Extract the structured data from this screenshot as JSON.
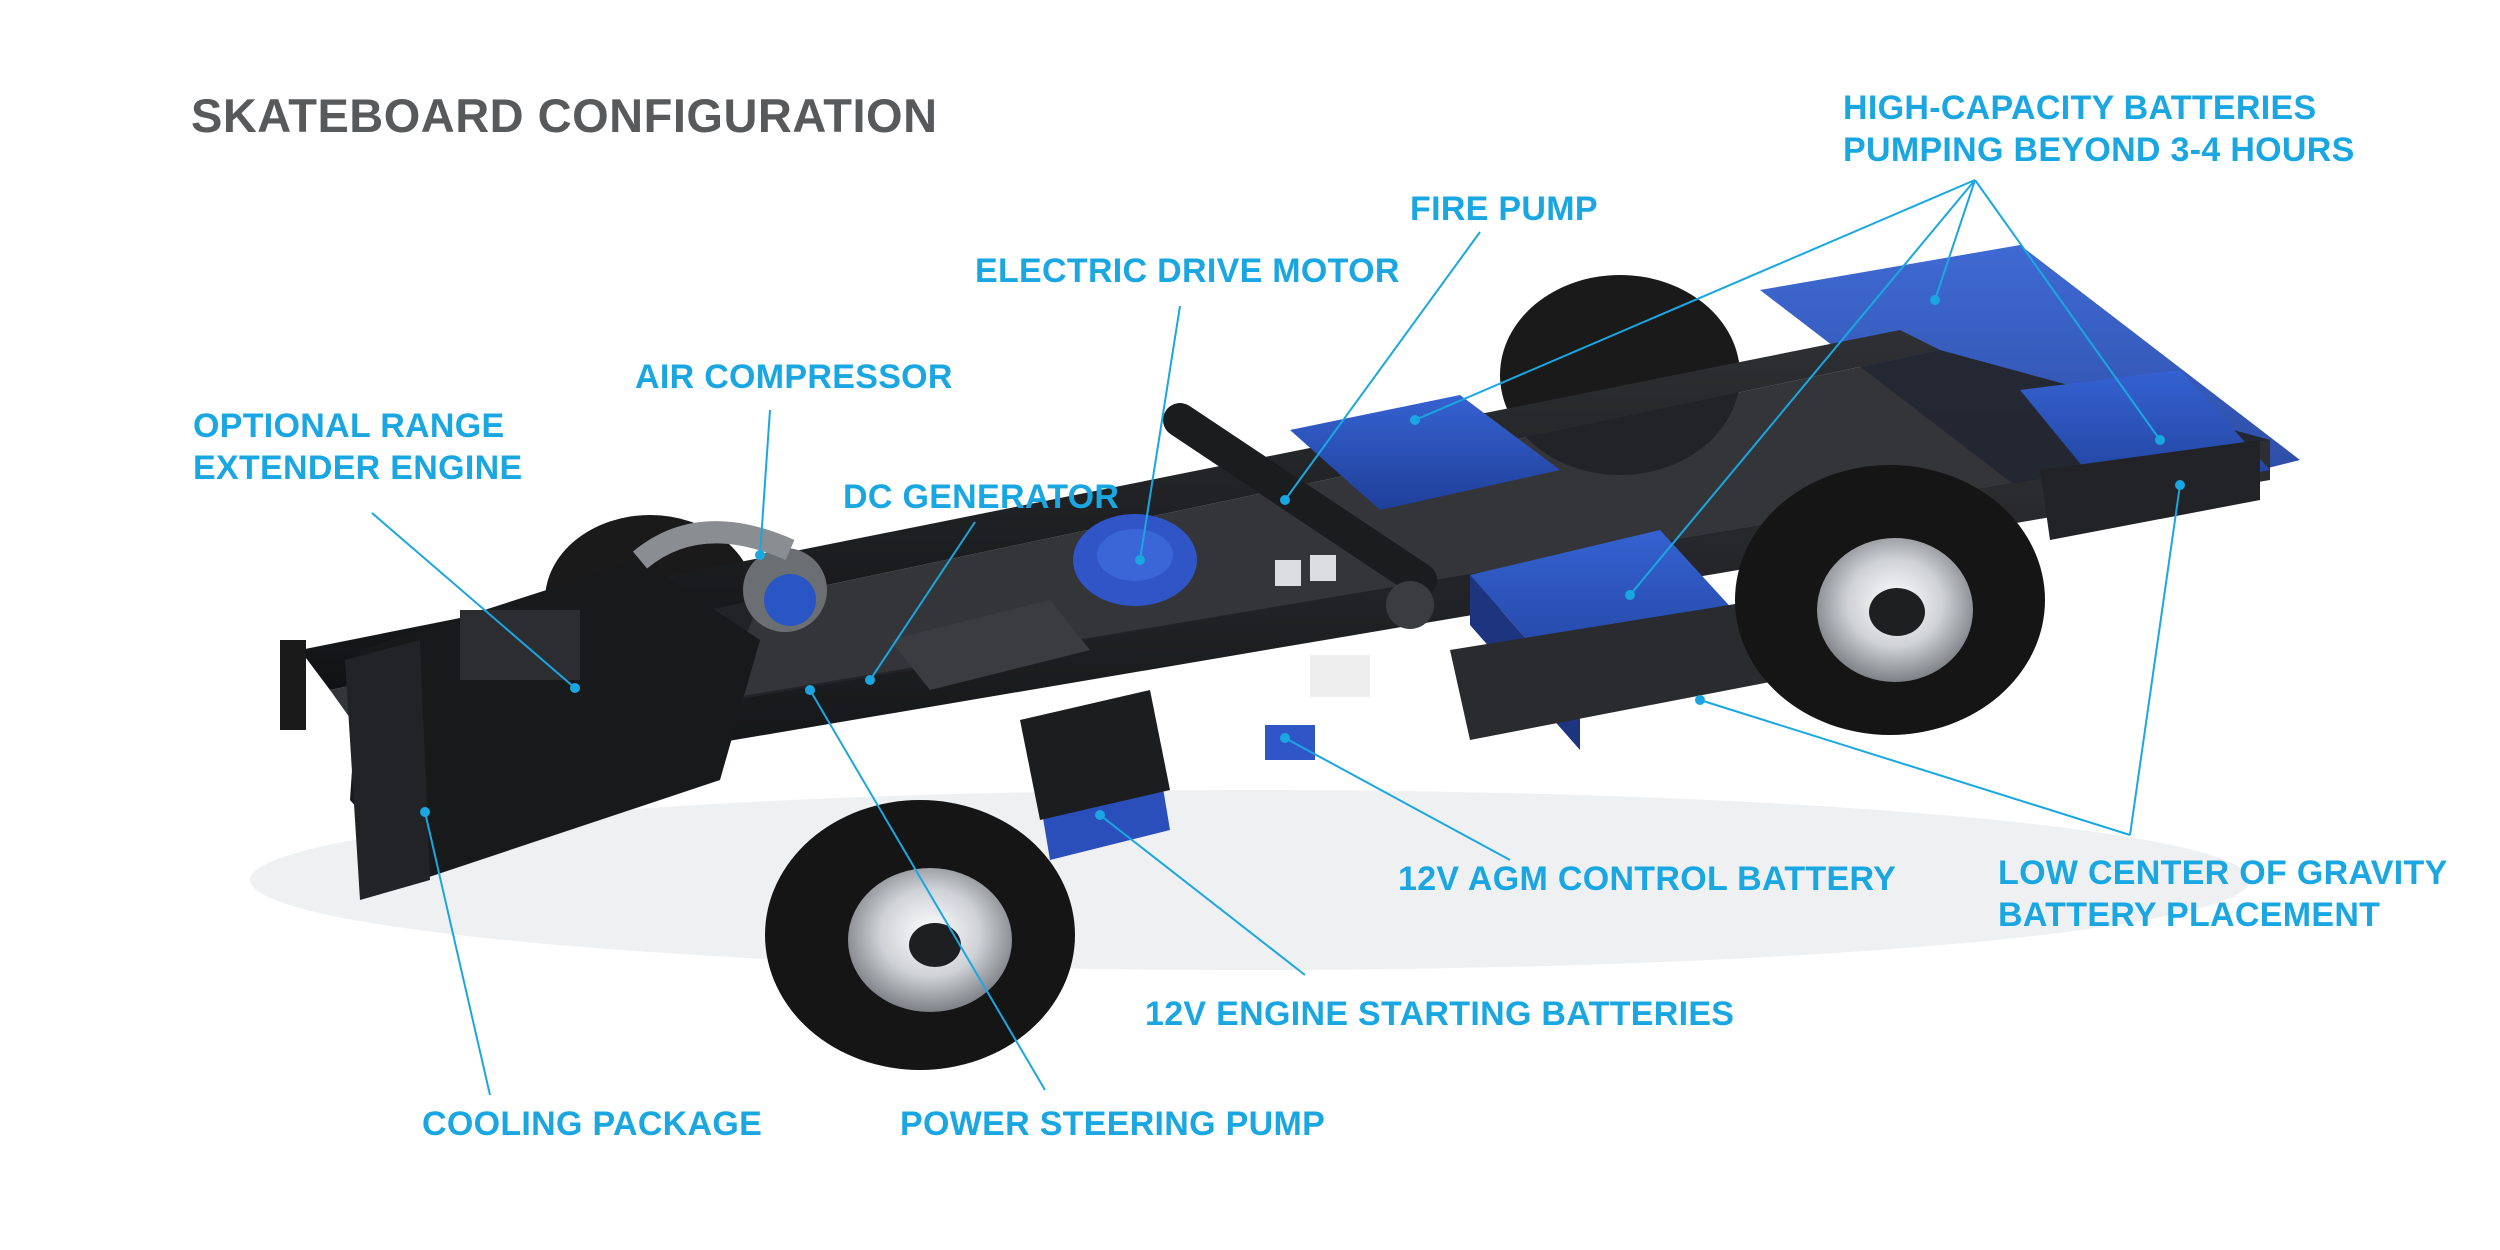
{
  "title": "SKATEBOARD CONFIGURATION",
  "colors": {
    "accent": "#1aa7e1",
    "title": "#58595b",
    "battery_blue": "#2c58c2",
    "chassis": "#1b1c1e"
  },
  "labels": {
    "range_extender": [
      "OPTIONAL RANGE",
      "EXTENDER ENGINE"
    ],
    "air_compressor": "AIR COMPRESSOR",
    "electric_drive_motor": "ELECTRIC DRIVE MOTOR",
    "fire_pump": "FIRE PUMP",
    "dc_generator": "DC GENERATOR",
    "hc_batteries": [
      "HIGH-CAPACITY BATTERIES",
      "PUMPING BEYOND 3-4 HOURS"
    ],
    "agm_battery": "12V AGM CONTROL BATTERY",
    "low_cog": [
      "LOW CENTER OF GRAVITY",
      "BATTERY PLACEMENT"
    ],
    "starting_batteries": "12V ENGINE STARTING BATTERIES",
    "cooling_package": "COOLING PACKAGE",
    "power_steering": "POWER STEERING PUMP"
  }
}
